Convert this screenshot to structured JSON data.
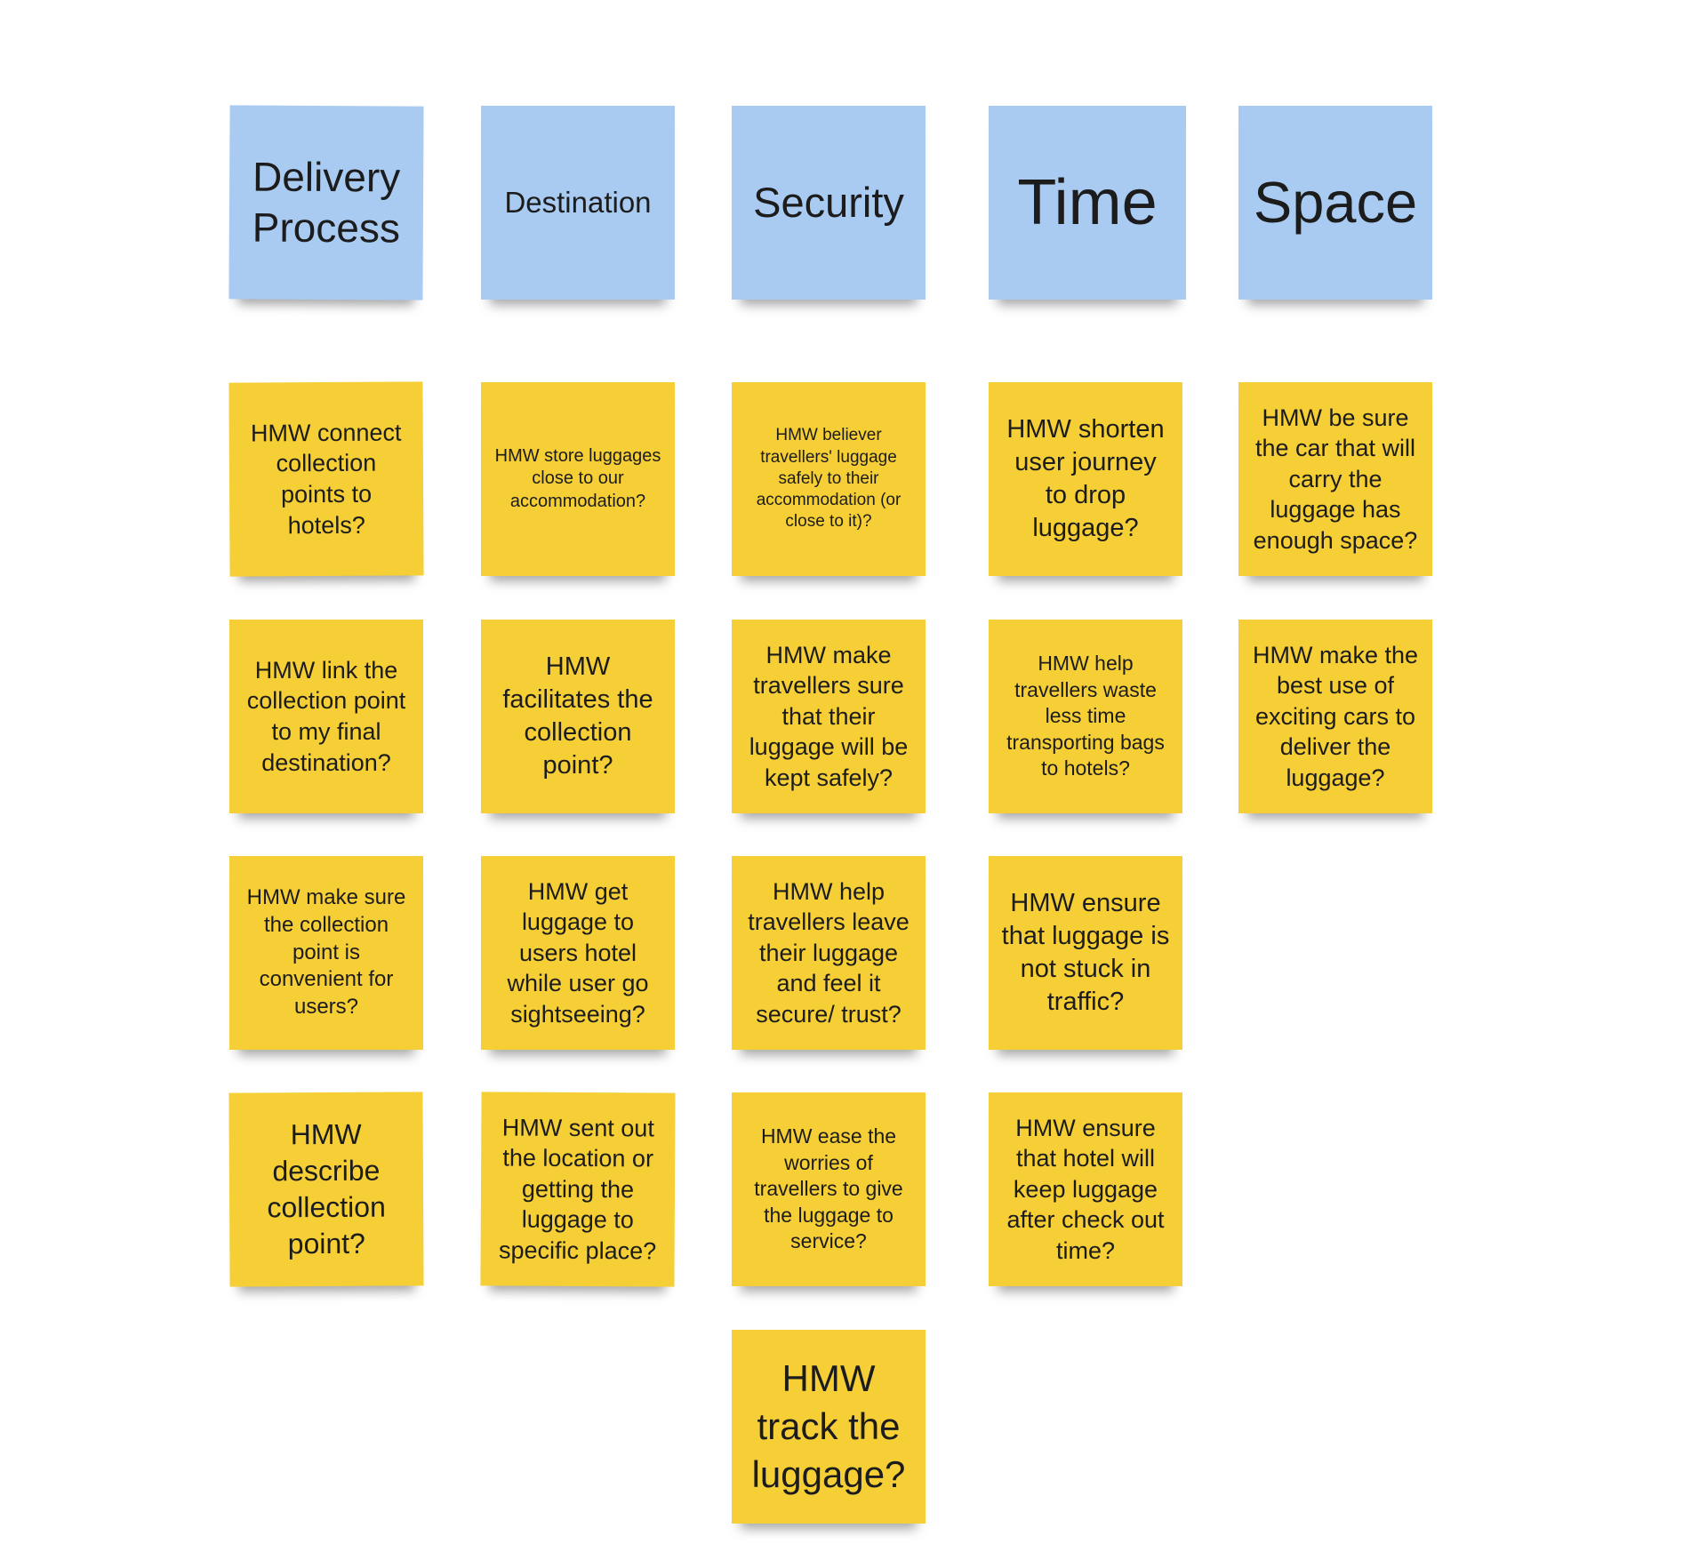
{
  "headers": [
    {
      "label": "Delivery Process"
    },
    {
      "label": "Destination"
    },
    {
      "label": "Security"
    },
    {
      "label": "Time"
    },
    {
      "label": "Space"
    }
  ],
  "columns": [
    {
      "notes": [
        "HMW connect collection points to hotels?",
        "HMW link the collection point to my final destination?",
        "HMW make sure the collection point is convenient for users?",
        "HMW describe collection point?"
      ]
    },
    {
      "notes": [
        "HMW store luggages close to our accommodation?",
        "HMW facilitates the collection point?",
        "HMW get luggage to users hotel while user go sightseeing?",
        "HMW sent out the location or getting the luggage to specific place?"
      ]
    },
    {
      "notes": [
        "HMW believer travellers' luggage safely to their accommodation (or close to it)?",
        "HMW make travellers sure that their luggage will be kept safely?",
        "HMW help travellers leave their luggage and feel it secure/ trust?",
        "HMW ease the worries of travellers to give the luggage to service?",
        "HMW track the luggage?"
      ]
    },
    {
      "notes": [
        "HMW shorten user journey to drop luggage?",
        "HMW help travellers waste less time transporting bags to hotels?",
        "HMW ensure that luggage is not stuck in traffic?",
        "HMW ensure that hotel will keep luggage after check out time?"
      ]
    },
    {
      "notes": [
        "HMW be sure the car that will carry the luggage has enough space?",
        "HMW make the best use of exciting cars to deliver the luggage?"
      ]
    }
  ],
  "colors": {
    "header_note": "#a9cbf2",
    "idea_note": "#f6cf36",
    "background": "#ffffff"
  }
}
